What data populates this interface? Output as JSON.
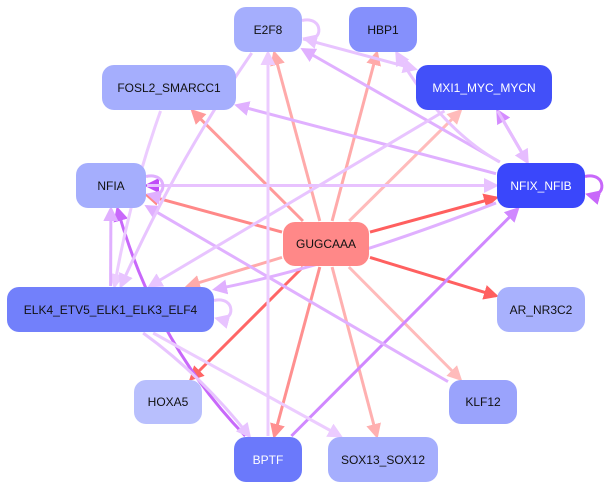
{
  "nodes": [
    {
      "id": "E2F8",
      "label": "E2F8",
      "color": "#a5aefd",
      "text": "dark"
    },
    {
      "id": "HBP1",
      "label": "HBP1",
      "color": "#8590fc",
      "text": "dark"
    },
    {
      "id": "FOSL2",
      "label": "FOSL2_SMARCC1",
      "color": "#a5aefd",
      "text": "dark"
    },
    {
      "id": "MXI1",
      "label": "MXI1_MYC_MYCN",
      "color": "#4250f9",
      "text": "light"
    },
    {
      "id": "NFIA",
      "label": "NFIA",
      "color": "#a5aefd",
      "text": "dark"
    },
    {
      "id": "NFIX",
      "label": "NFIX_NFIB",
      "color": "#3a47fb",
      "text": "light"
    },
    {
      "id": "GUG",
      "label": "GUGCAAA",
      "color": "#ff8888",
      "text": "dark"
    },
    {
      "id": "ELK4",
      "label": "ELK4_ETV5_ELK1_ELK3_ELF4",
      "color": "#7280fb",
      "text": "dark"
    },
    {
      "id": "AR",
      "label": "AR_NR3C2",
      "color": "#a8b1fd",
      "text": "dark"
    },
    {
      "id": "HOXA5",
      "label": "HOXA5",
      "color": "#b8bffd",
      "text": "dark"
    },
    {
      "id": "KLF12",
      "label": "KLF12",
      "color": "#9aa3fc",
      "text": "dark"
    },
    {
      "id": "BPTF",
      "label": "BPTF",
      "color": "#6b79fb",
      "text": "light"
    },
    {
      "id": "SOX13",
      "label": "SOX13_SOX12",
      "color": "#a5aefd",
      "text": "dark"
    }
  ],
  "edges": [
    {
      "from": "GUG",
      "to": "E2F8",
      "color": "#ffaaaa"
    },
    {
      "from": "GUG",
      "to": "HBP1",
      "color": "#ffaaaa"
    },
    {
      "from": "GUG",
      "to": "FOSL2",
      "color": "#ff9a9a"
    },
    {
      "from": "GUG",
      "to": "MXI1",
      "color": "#ffbbbb"
    },
    {
      "from": "GUG",
      "to": "NFIA",
      "color": "#ff8888"
    },
    {
      "from": "GUG",
      "to": "NFIX",
      "color": "#ff5f5f"
    },
    {
      "from": "GUG",
      "to": "ELK4",
      "color": "#ffaaaa"
    },
    {
      "from": "GUG",
      "to": "AR",
      "color": "#ff6060"
    },
    {
      "from": "GUG",
      "to": "HOXA5",
      "color": "#ff6666"
    },
    {
      "from": "GUG",
      "to": "BPTF",
      "color": "#ff9090"
    },
    {
      "from": "GUG",
      "to": "SOX13",
      "color": "#ffb0b0"
    },
    {
      "from": "GUG",
      "to": "KLF12",
      "color": "#ffbbbb"
    },
    {
      "from": "NFIX",
      "to": "NFIA",
      "color": "#c04cf8"
    },
    {
      "from": "NFIA",
      "to": "NFIX",
      "color": "#e8c2ff"
    },
    {
      "from": "NFIX",
      "to": "E2F8",
      "color": "#e0b0ff"
    },
    {
      "from": "NFIX",
      "to": "FOSL2",
      "color": "#e0b0ff"
    },
    {
      "from": "NFIX",
      "to": "MXI1",
      "color": "#d48cff"
    },
    {
      "from": "MXI1",
      "to": "NFIX",
      "color": "#e6bcff"
    },
    {
      "from": "NFIX",
      "to": "HBP1",
      "color": "#e8c4ff",
      "curve": -30
    },
    {
      "from": "E2F8",
      "to": "MXI1",
      "color": "#e8c4ff"
    },
    {
      "from": "BPTF",
      "to": "NFIX",
      "color": "#d088ff"
    },
    {
      "from": "BPTF",
      "to": "NFIA",
      "color": "#c868fa",
      "curve": -40
    },
    {
      "from": "KLF12",
      "to": "NFIA",
      "color": "#e0b0ff"
    },
    {
      "from": "ELK4",
      "to": "BPTF",
      "color": "#e8c4ff",
      "curve": -15
    },
    {
      "from": "ELK4",
      "to": "SOX13",
      "color": "#ecccff"
    },
    {
      "from": "FOSL2",
      "to": "ELK4",
      "color": "#ecccff",
      "curve": 10
    },
    {
      "from": "E2F8",
      "to": "ELK4",
      "color": "#e8c4ff",
      "curve": 15
    },
    {
      "from": "MXI1",
      "to": "ELK4",
      "color": "#e8c4ff"
    },
    {
      "from": "NFIX",
      "to": "ELK4",
      "color": "#e0b0ff",
      "curve": -20
    },
    {
      "from": "BPTF",
      "to": "E2F8",
      "color": "#ecccff"
    },
    {
      "from": "ELK4",
      "to": "NFIA",
      "color": "#e0b0ff"
    }
  ],
  "self_loops": [
    {
      "node": "E2F8",
      "color": "#e8c4ff"
    },
    {
      "node": "NFIA",
      "color": "#e0b0ff"
    },
    {
      "node": "NFIX",
      "color": "#c868fa"
    },
    {
      "node": "ELK4",
      "color": "#e8c4ff"
    }
  ]
}
